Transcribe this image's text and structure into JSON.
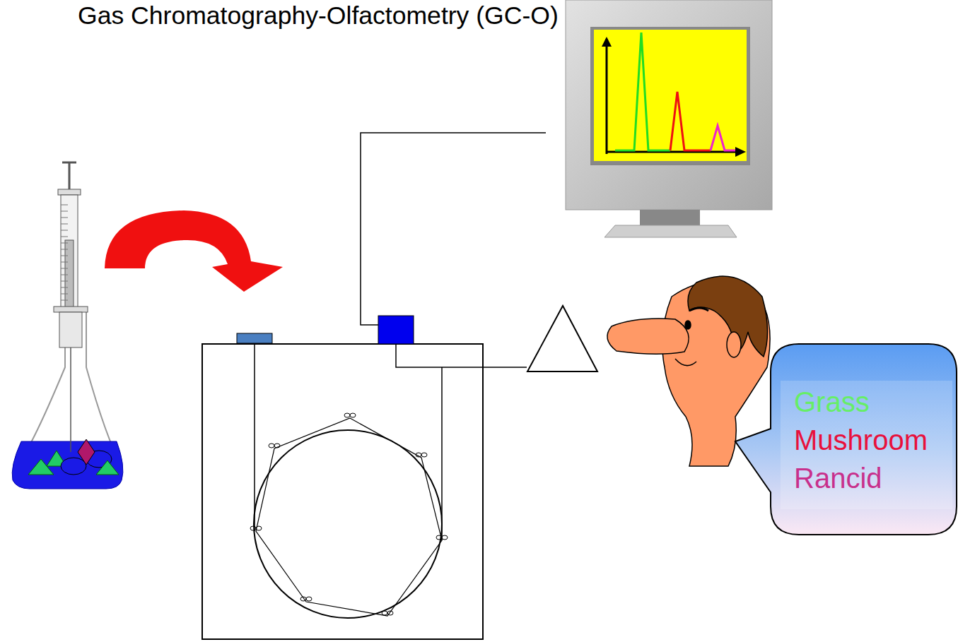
{
  "diagram": {
    "title": "Gas Chromatography-Olfactometry (GC-O)",
    "nodes": [
      {
        "text": [
          "Grass",
          "Mushroom",
          "Rancid"
        ]
      }
    ]
  }
}
